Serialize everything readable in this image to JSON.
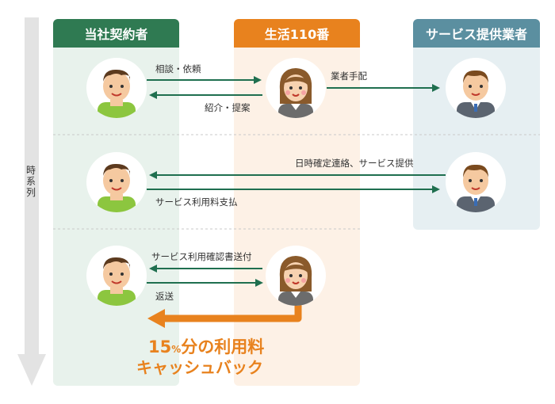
{
  "columns": {
    "customer": {
      "title": "当社契約者",
      "color": "#2f7a52",
      "bg": "#e8f2ec"
    },
    "center": {
      "title": "生活110番",
      "color": "#e8821e",
      "bg": "#fdf1e6"
    },
    "provider": {
      "title": "サービス提供業者",
      "color": "#5b8fa0",
      "bg": "#e6eff2"
    }
  },
  "timeline": {
    "label": "時系列"
  },
  "steps": {
    "consult": "相談・依頼",
    "introduce": "紹介・提案",
    "arrange": "業者手配",
    "schedule": "日時確定連絡、サービス提供",
    "pay": "サービス利用料支払",
    "receipt": "サービス利用確認書送付",
    "return": "返送"
  },
  "cashback": {
    "num": "15",
    "pct": "%",
    "rest": "分の利用料",
    "line2": "キャッシュバック",
    "color": "#e8821e"
  },
  "arrow_color": "#1f6f4f"
}
